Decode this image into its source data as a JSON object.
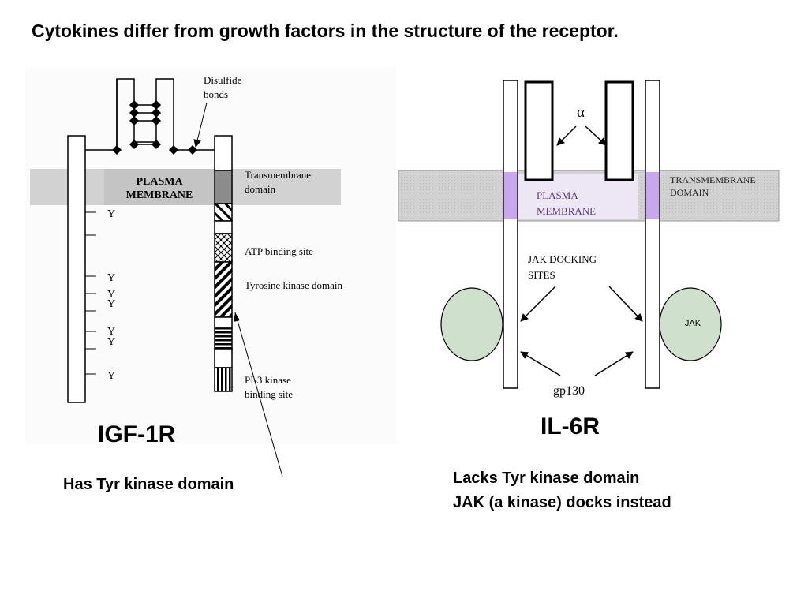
{
  "slide": {
    "title": "Cytokines differ from growth factors in the structure of the receptor."
  },
  "igf1r": {
    "name": "IGF-1R",
    "disulfide_label_1": "Disulfide",
    "disulfide_label_2": "bonds",
    "membrane_label_1": "PLASMA",
    "membrane_label_2": "MEMBRANE",
    "transmembrane_label_1": "Transmembrane",
    "transmembrane_label_2": "domain",
    "atp_label": "ATP binding site",
    "tk_label": "Tyrosine kinase domain",
    "pi3k_label_1": "PI-3 kinase",
    "pi3k_label_2": "binding site",
    "tyrosine_marker": "Y",
    "caption": "Has Tyr kinase domain"
  },
  "il6r": {
    "name": "IL-6R",
    "alpha_label": "α",
    "transmembrane_label_1": "TRANSMEMBRANE",
    "transmembrane_label_2": "DOMAIN",
    "membrane_label_1": "PLASMA",
    "membrane_label_2": "MEMBRANE",
    "jak_docking_label_1": "JAK DOCKING",
    "jak_docking_label_2": "SITES",
    "jak_label": "JAK",
    "gp130_label": "gp130",
    "caption_line_1": "Lacks Tyr kinase domain",
    "caption_line_2": "JAK (a kinase) docks instead"
  },
  "colors": {
    "membrane_gray": "#d0d0d0",
    "membrane_dark": "#a8a8a8",
    "il6_membrane": "#cfcfcf",
    "il6_membrane_inner": "#eee8f6",
    "transmembrane_purple": "#c9a6f0",
    "jak_fill": "#cfe0cc"
  }
}
